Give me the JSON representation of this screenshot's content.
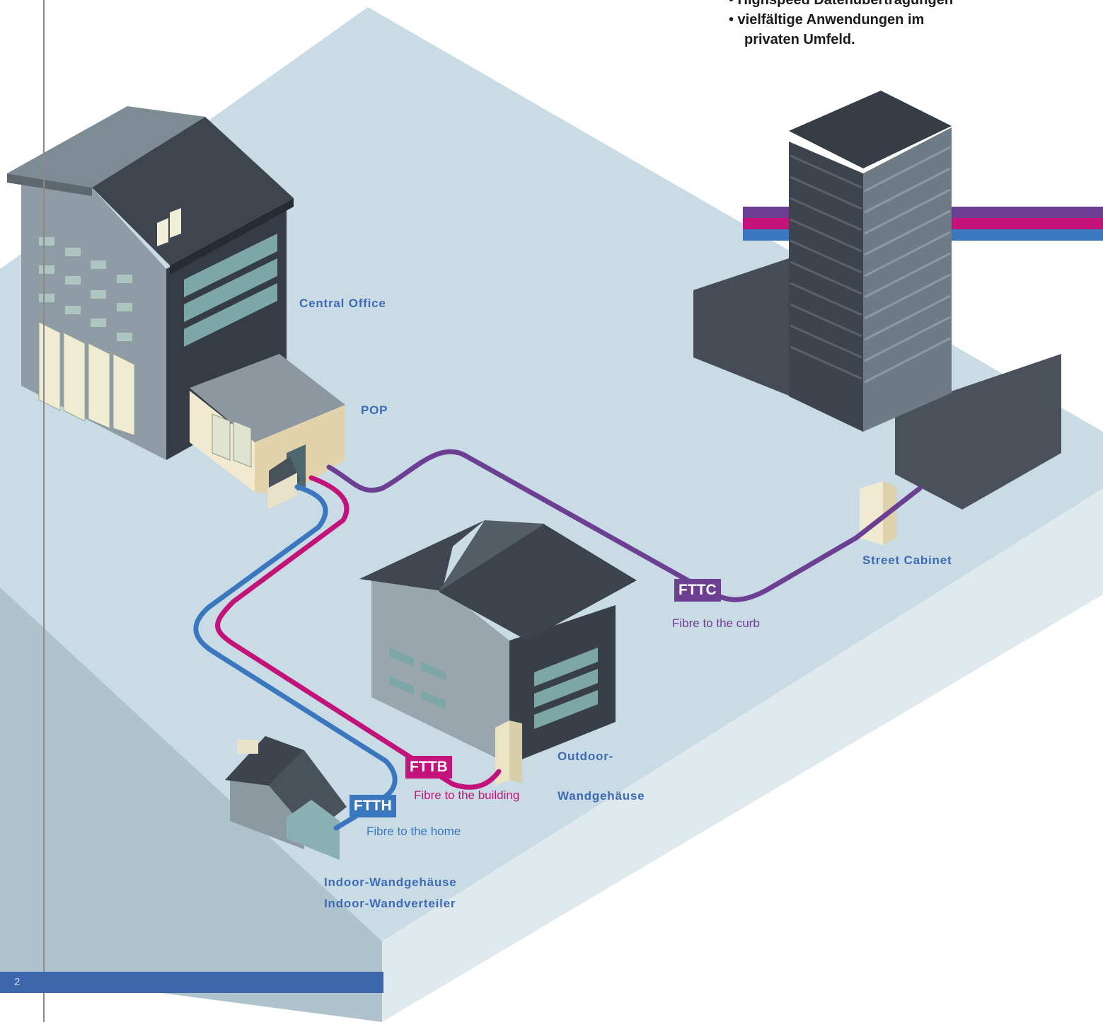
{
  "bullets": [
    "• Highspeed Datenübertragungen",
    "• vielfältige Anwendungen im",
    "privaten Umfeld."
  ],
  "labels": {
    "central_office": "Central Office",
    "pop": "POP",
    "street_cabinet": "Street Cabinet",
    "outdoor_line1": "Outdoor-",
    "outdoor_line2": "Wandgehäuse",
    "indoor_line1": "Indoor-Wandgehäuse",
    "indoor_line2": "Indoor-Wandverteiler"
  },
  "connections": [
    {
      "id": "fttc",
      "tag": "FTTC",
      "description": "Fibre to the curb",
      "color": "#6c3f92"
    },
    {
      "id": "fttb",
      "tag": "FTTB",
      "description": "Fibre to the building",
      "color": "#c3137a"
    },
    {
      "id": "ftth",
      "tag": "FTTH",
      "description": "Fibre to the home",
      "color": "#3a77bf"
    }
  ],
  "page_number": "2"
}
